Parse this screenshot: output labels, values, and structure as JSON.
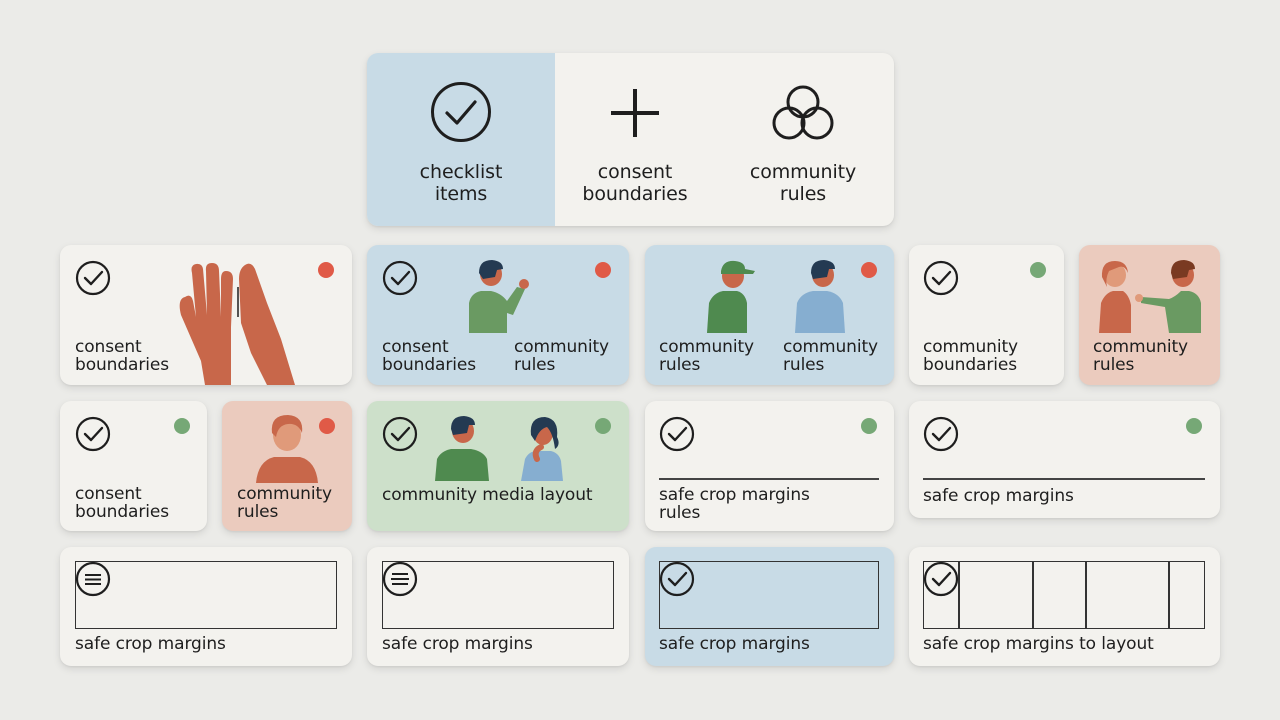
{
  "colors": {
    "background": "#ebebe8",
    "card_cream": "#f3f2ee",
    "card_blue": "#c8dbe6",
    "card_green": "#cde0ca",
    "card_pink": "#ebcbbe",
    "status_red": "#e05a47",
    "status_green": "#76a876"
  },
  "header": {
    "checklist_line1": "checklist",
    "checklist_line2": "items",
    "consent_line1": "consent",
    "consent_line2": "boundaries",
    "community_line1": "community",
    "community_line2": "rules"
  },
  "row1": {
    "card1": {
      "line1": "consent",
      "line2": "boundaries",
      "status": "red"
    },
    "card2": {
      "left_line1": "consent",
      "left_line2": "boundaries",
      "right_line1": "community",
      "right_line2": "rules",
      "status": "red"
    },
    "card3": {
      "left_line1": "community",
      "left_line2": "rules",
      "right_line1": "community",
      "right_line2": "rules",
      "status": "red"
    },
    "card4": {
      "line1": "community",
      "line2": "boundaries",
      "status": "green"
    },
    "card5": {
      "line1": "community",
      "line2": "rules"
    }
  },
  "row2": {
    "card1": {
      "line1": "consent",
      "line2": "boundaries",
      "status": "green"
    },
    "card2": {
      "line1": "community",
      "line2": "rules",
      "status": "red"
    },
    "card3": {
      "label": "community media layout",
      "status": "green"
    },
    "card4": {
      "line1": "safe crop margins",
      "line2": "rules",
      "status": "green"
    },
    "card5": {
      "label": "safe crop margins",
      "status": "green"
    }
  },
  "row3": {
    "card1": {
      "label": "safe crop margins"
    },
    "card2": {
      "label": "safe crop margins"
    },
    "card3": {
      "label": "safe crop margins"
    },
    "card4": {
      "label": "safe crop margins to layout"
    }
  }
}
